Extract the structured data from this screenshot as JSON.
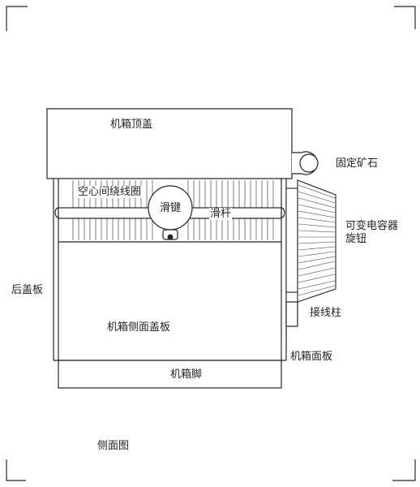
{
  "labels": {
    "top_cover": "机箱顶盖",
    "fixed_ore": "固定矿石",
    "air_coil": "空心间绕线圈",
    "slide_key": "滑键",
    "slide_rod": "滑杆",
    "variable_capacitor_knob_line1": "可变电容器",
    "variable_capacitor_knob_line2": "旋钮",
    "rear_cover": "后盖板",
    "terminal": "接线柱",
    "side_cover": "机箱侧面盖板",
    "front_panel": "机箱面板",
    "base_feet": "机箱脚",
    "caption": "侧面图"
  },
  "colors": {
    "line": "#222222",
    "paper": "#ffffff"
  }
}
